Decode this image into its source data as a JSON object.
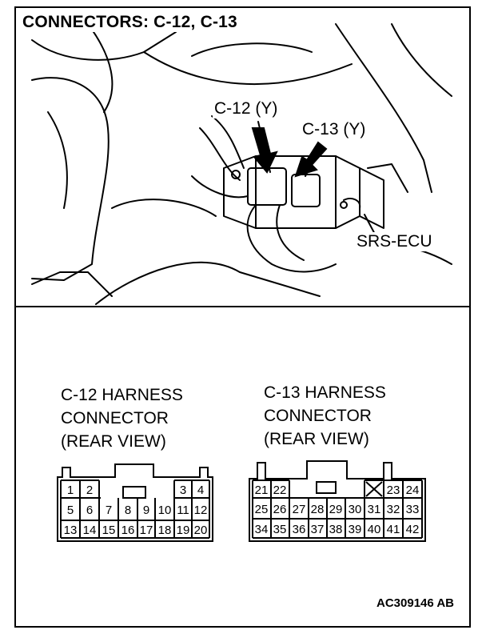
{
  "title": "CONNECTORS: C-12, C-13",
  "callouts": {
    "c12": "C-12 (Y)",
    "c13": "C-13 (Y)",
    "ecu": "SRS-ECU"
  },
  "c12_caption": [
    "C-12 HARNESS",
    "CONNECTOR",
    "(REAR VIEW)"
  ],
  "c13_caption": [
    "C-13 HARNESS",
    "CONNECTOR",
    "(REAR VIEW)"
  ],
  "c12_pins": {
    "row1": [
      "1",
      "2",
      "3",
      "4"
    ],
    "row2": [
      "5",
      "6",
      "7",
      "8",
      "9",
      "10",
      "11",
      "12"
    ],
    "row3": [
      "13",
      "14",
      "15",
      "16",
      "17",
      "18",
      "19",
      "20"
    ]
  },
  "c13_pins": {
    "row1": [
      "21",
      "22",
      "",
      "23",
      "24"
    ],
    "row2": [
      "25",
      "26",
      "27",
      "28",
      "29",
      "30",
      "31",
      "32",
      "33"
    ],
    "row3": [
      "34",
      "35",
      "36",
      "37",
      "38",
      "39",
      "40",
      "41",
      "42"
    ]
  },
  "doc_id": "AC309146 AB"
}
